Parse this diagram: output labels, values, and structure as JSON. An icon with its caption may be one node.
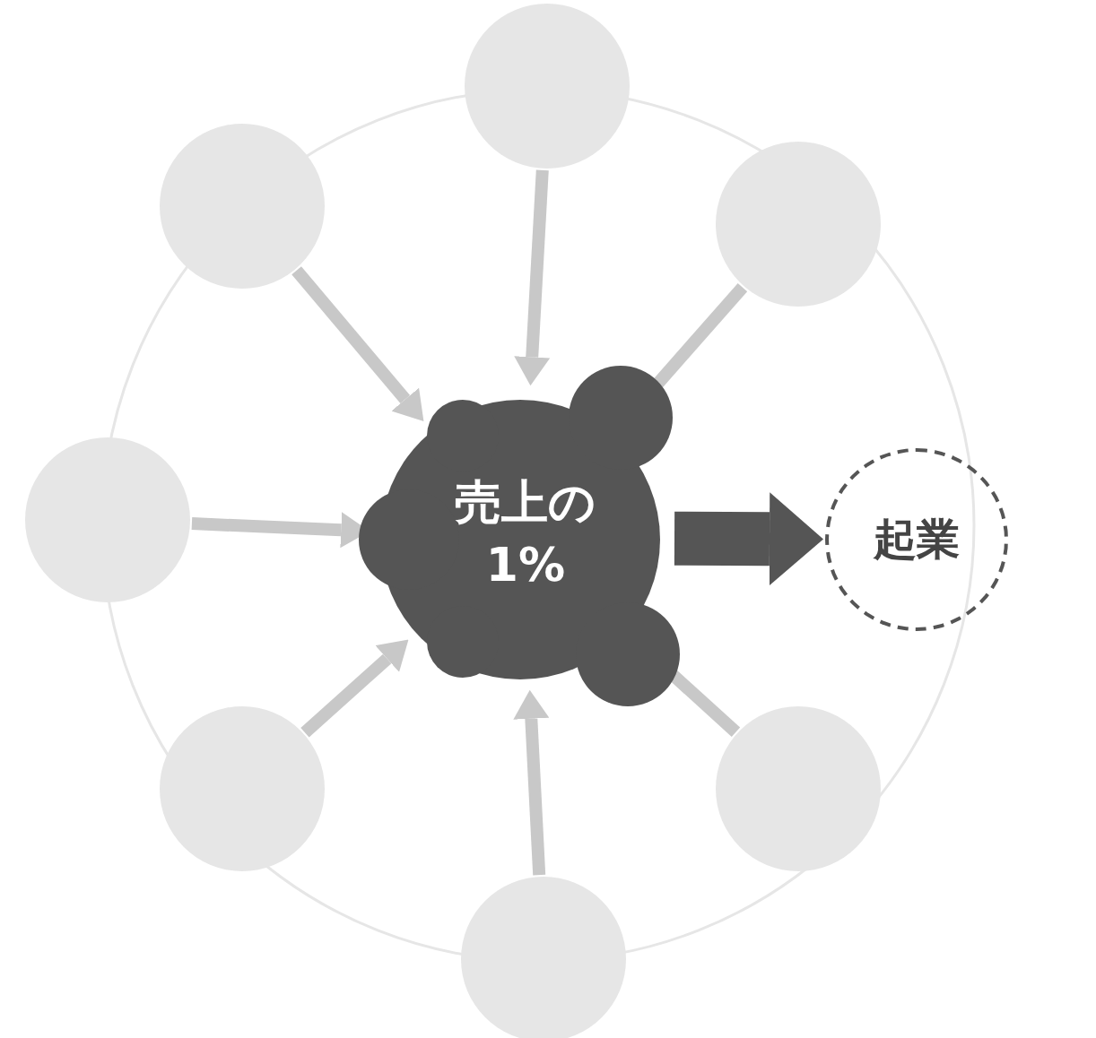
{
  "diagram": {
    "nodes": [
      {
        "text": [],
        "shape": "circle"
      },
      {
        "text": [],
        "shape": "circle"
      },
      {
        "text": [],
        "shape": "circle"
      },
      {
        "text": [],
        "shape": "circle"
      },
      {
        "text": [
          "売上の1%"
        ]
      },
      {
        "text": [
          "起業"
        ]
      },
      {
        "text": [],
        "shape": "circle"
      },
      {
        "text": [],
        "shape": "circle"
      },
      {
        "text": [],
        "shape": "circle"
      }
    ],
    "edges": [
      {
        "from": 0,
        "to": 4,
        "arrow": "to"
      },
      {
        "from": 1,
        "to": 4,
        "arrow": "to"
      },
      {
        "from": 2,
        "to": 4,
        "arrow": "to"
      },
      {
        "from": 3,
        "to": 4,
        "arrow": "to"
      },
      {
        "from": 6,
        "to": 4,
        "arrow": "to"
      },
      {
        "from": 7,
        "to": 4,
        "arrow": "to"
      },
      {
        "from": 8,
        "to": 4,
        "arrow": "to"
      },
      {
        "from": 4,
        "to": 5,
        "arrow": "to",
        "style": "thick",
        "color": "#555555"
      }
    ]
  }
}
